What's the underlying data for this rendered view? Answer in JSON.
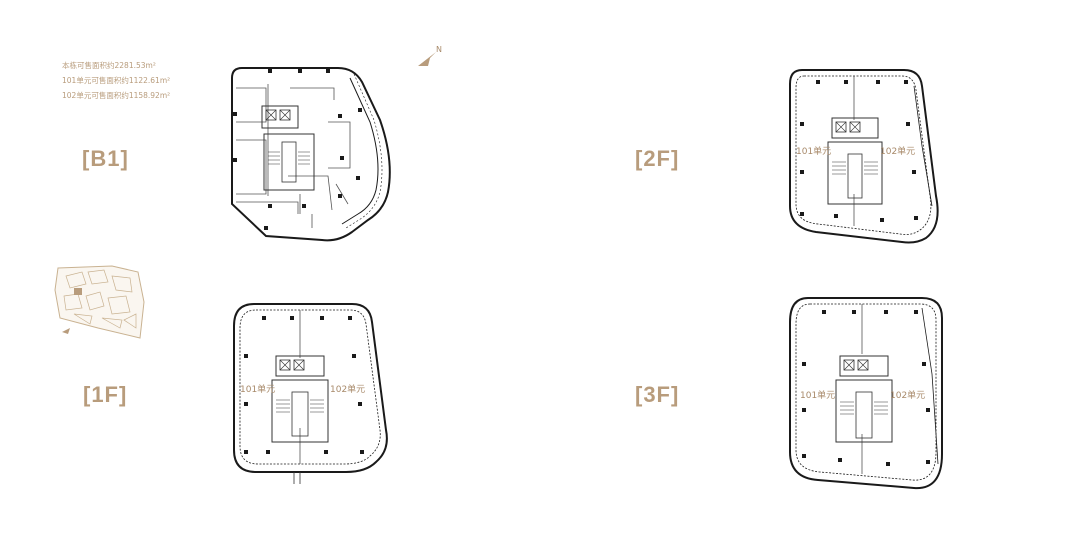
{
  "area_info": {
    "building_total": "本栋可售面积约2281.53m²",
    "unit_101": "101单元可售面积约1122.61m²",
    "unit_102": "102单元可售面积约1158.92m²"
  },
  "floors": {
    "b1": {
      "label": "[B1]"
    },
    "f1": {
      "label": "[1F]",
      "unit_left": "101单元",
      "unit_right": "102单元"
    },
    "f2": {
      "label": "[2F]",
      "unit_left": "101单元",
      "unit_right": "102单元"
    },
    "f3": {
      "label": "[3F]",
      "unit_left": "101单元",
      "unit_right": "102单元"
    }
  },
  "compass": {
    "north": "N"
  },
  "colors": {
    "accent": "#b89c7c",
    "line": "#1a1a1a",
    "site_plan": "#c9b291"
  },
  "icons": [
    "north-arrow-icon",
    "site-plan-thumbnail"
  ]
}
